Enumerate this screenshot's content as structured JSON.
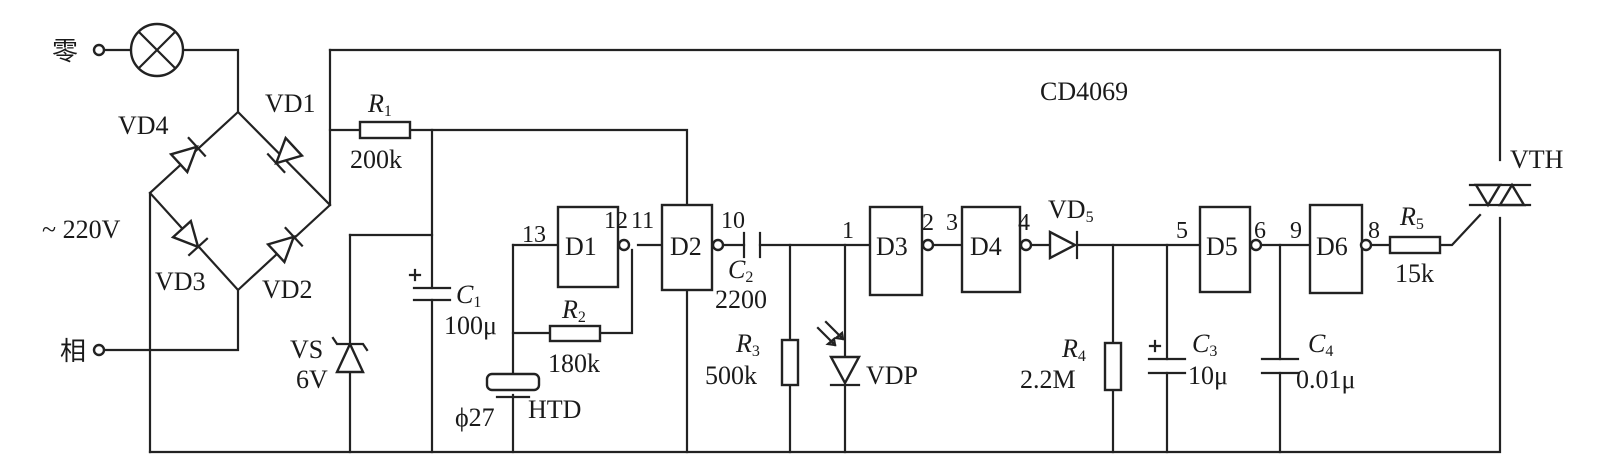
{
  "terminals": {
    "neutral": "零",
    "phase": "相",
    "supply": "~ 220V"
  },
  "chip": "CD4069",
  "bridge": {
    "vd1": "VD1",
    "vd2": "VD2",
    "vd3": "VD3",
    "vd4": "VD4"
  },
  "r1": {
    "name": "R",
    "sub": "1",
    "value": "200k"
  },
  "r2": {
    "name": "R",
    "sub": "2",
    "value": "180k"
  },
  "r3": {
    "name": "R",
    "sub": "3",
    "value": "500k"
  },
  "r4": {
    "name": "R",
    "sub": "4",
    "value": "2.2M"
  },
  "r5": {
    "name": "R",
    "sub": "5",
    "value": "15k"
  },
  "c1": {
    "name": "C",
    "sub": "1",
    "value": "100μ"
  },
  "c2": {
    "name": "C",
    "sub": "2",
    "value": "2200"
  },
  "c3": {
    "name": "C",
    "sub": "3",
    "value": "10μ"
  },
  "c4": {
    "name": "C",
    "sub": "4",
    "value": "0.01μ"
  },
  "vs": {
    "name": "VS",
    "value": "6V"
  },
  "htd": {
    "size": "ϕ27",
    "name": "HTD"
  },
  "vdp": "VDP",
  "vd5": {
    "name": "VD",
    "sub": "5"
  },
  "vth": "VTH",
  "gates": {
    "d1": {
      "label": "D1",
      "in": "13",
      "out": "12"
    },
    "d2": {
      "label": "D2",
      "in": "11",
      "out": "10"
    },
    "d3": {
      "label": "D3",
      "in": "1",
      "out": "2"
    },
    "d4": {
      "label": "D4",
      "in": "3",
      "out": "4"
    },
    "d5": {
      "label": "D5",
      "in": "5",
      "out": "6"
    },
    "d6": {
      "label": "D6",
      "in": "9",
      "out": "8"
    }
  }
}
